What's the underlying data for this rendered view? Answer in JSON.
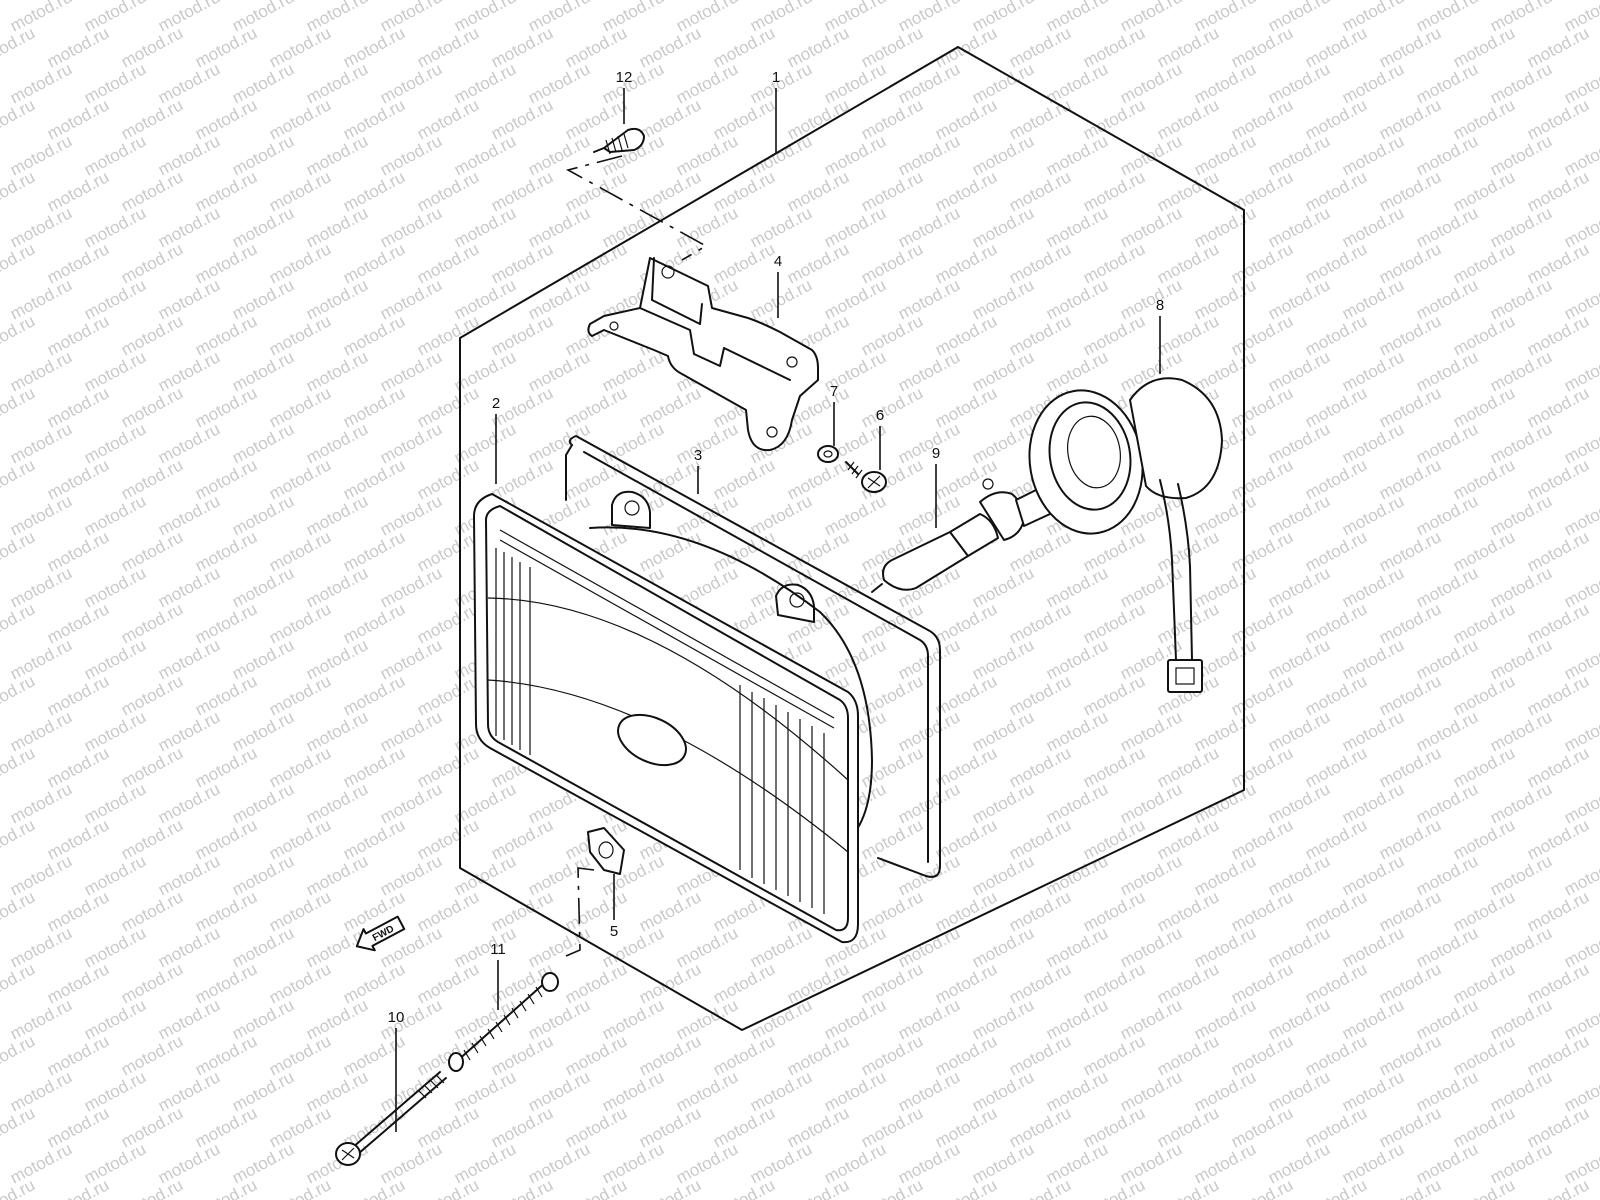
{
  "watermark": "motod.ru",
  "direction_label": "FWD",
  "callouts": {
    "c1": "1",
    "c2": "2",
    "c3": "3",
    "c4": "4",
    "c5": "5",
    "c6": "6",
    "c7": "7",
    "c8": "8",
    "c9": "9",
    "c10": "10",
    "c11": "11",
    "c12": "12"
  },
  "colors": {
    "line": "#111111",
    "watermark": "#c9c9c9",
    "background": "#ffffff"
  }
}
